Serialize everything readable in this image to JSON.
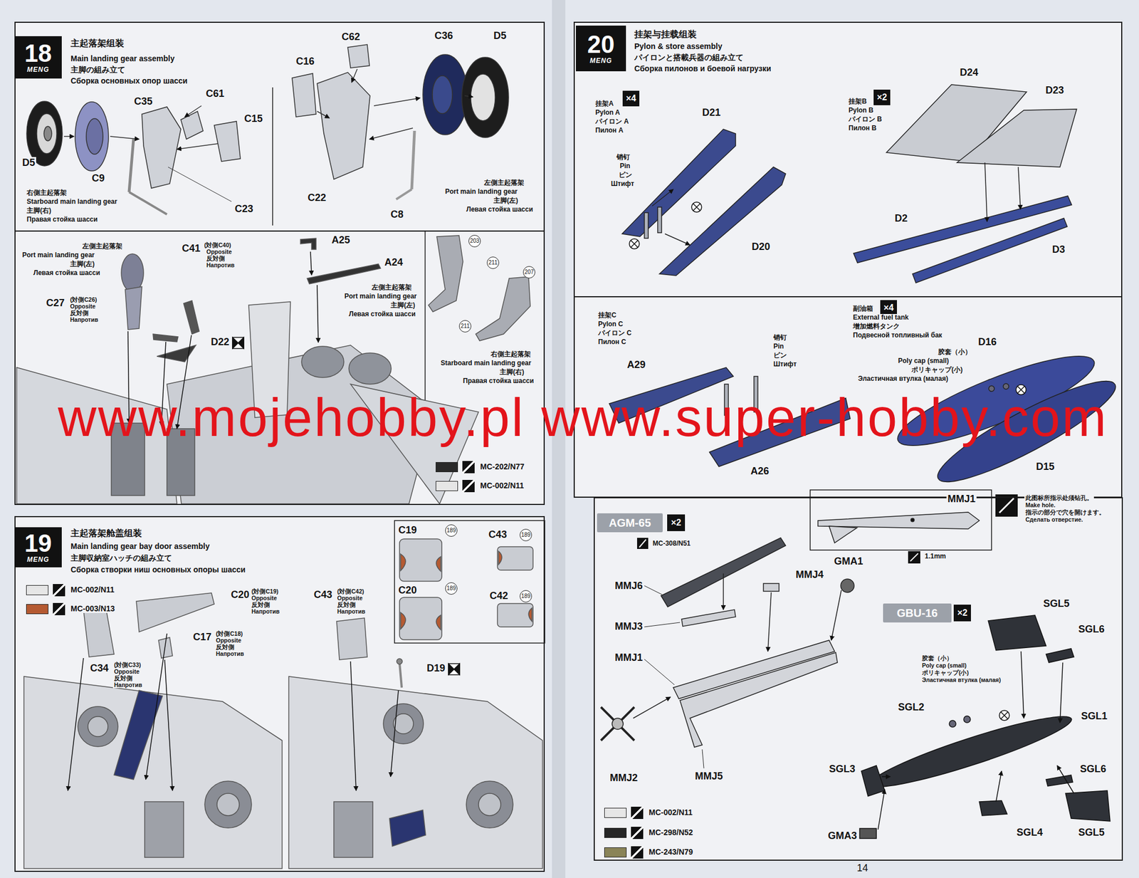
{
  "diagram": {
    "nodes": [
      {
        "text": [
          "主起落架组装",
          "Main landing gear assembly",
          "主脚の組み立て",
          "Сборка основных опор шасси"
        ]
      },
      {
        "text": [
          "18",
          "MENG"
        ],
        "in": 0
      },
      {
        "text": [
          "主起落架舱盖组装",
          "Main landing gear bay door assembly",
          "主脚収納室ハッチの組み立て",
          "Сборка створки ниш основных опоры шасси"
        ]
      },
      {
        "text": [
          "19",
          "MENG"
        ],
        "in": 2
      },
      {
        "text": [
          "挂架与挂载组装",
          "Pylon & store assembly",
          "パイロンと搭載兵器の組み立て",
          "Сборка пилонов и боевой нагрузки"
        ]
      },
      {
        "text": [
          "20",
          "MENG"
        ],
        "in": 4
      },
      {
        "text": [
          "×4"
        ],
        "in": 4
      },
      {
        "text": [
          "×2"
        ],
        "in": 4
      },
      {
        "text": [
          "×4"
        ],
        "in": 4
      },
      {
        "text": [
          "AGM-65"
        ]
      },
      {
        "text": [
          "×2"
        ]
      },
      {
        "text": [
          "GBU-16"
        ]
      },
      {
        "text": [
          "×2"
        ]
      }
    ],
    "labels": [
      "C35",
      "C61",
      "C15",
      "D5",
      "C9",
      "右側主起落架",
      "Starboard main landing gear",
      "主脚(右)",
      "Правая стойка шасси",
      "C23",
      "C16",
      "C62",
      "C36",
      "D5",
      "C22",
      "C8",
      "左側主起落架",
      "Port main landing gear",
      "主脚(左)",
      "Левая стойка шасси",
      "左側主起落架",
      "Port main landing gear",
      "主脚(左)",
      "Левая стойка шасси",
      "C41",
      "(対側C40)",
      "Opposite",
      "反対側",
      "Напротив",
      "C27",
      "(対側C26)",
      "Opposite",
      "反対側",
      "Напротив",
      "D22",
      "A25",
      "A24",
      "左側主起落架",
      "Port main landing gear",
      "主脚(左)",
      "Левая стойка шасси",
      "203",
      "211",
      "207",
      "211",
      "右側主起落架",
      "Starboard main landing gear",
      "主脚(右)",
      "Правая стойка шасси",
      "C20",
      "(対側C19)",
      "Opposite",
      "反対側",
      "Напротив",
      "C17",
      "(対側C18)",
      "Opposite",
      "反対側",
      "Напротив",
      "C34",
      "(対側C33)",
      "Opposite",
      "反対側",
      "Напротив",
      "C43",
      "(対側C42)",
      "Opposite",
      "反対側",
      "Напротив",
      "D19",
      "C19",
      "189",
      "C43",
      "189",
      "C20",
      "189",
      "C42",
      "189",
      "挂架A",
      "Pylon A",
      "パイロン A",
      "Пилон A",
      "D21",
      "销钉",
      "Pin",
      "ピン",
      "Штифт",
      "D20",
      "挂架B",
      "Pylon B",
      "パイロン B",
      "Пилон B",
      "D24",
      "D23",
      "D2",
      "D3",
      "挂架C",
      "Pylon C",
      "パイロン C",
      "Пилон C",
      "A29",
      "销钉",
      "Pin",
      "ピン",
      "Штифт",
      "A26",
      "副油箱",
      "External fuel tank",
      "增加燃料タンク",
      "Подвесной топливный бак",
      "D16",
      "胶套（小）",
      "Poly cap (small)",
      "ポリキャップ(小)",
      "Эластичная втулка (малая)",
      "D15",
      "MC-308/N51",
      "MMJ6",
      "MMJ4",
      "GMA1",
      "MMJ3",
      "MMJ1",
      "MMJ2",
      "MMJ5",
      "MMJ1",
      "1.1mm",
      "此图标所指示处须钻孔。",
      "Make hole.",
      "指示の部分で穴を開けます。",
      "Сделать отверстие.",
      "SGL5",
      "SGL6",
      "胶套（小）",
      "Poly cap (small)",
      "ポリキャップ(小)",
      "Эластичная втулка (малая)",
      "SGL2",
      "SGL1",
      "SGL3",
      "SGL6",
      "GMA3",
      "SGL4",
      "SGL5",
      "14",
      "www.mojehobby.pl www.super-hobby.com"
    ],
    "legend": [
      {
        "text": "MC-202/N77",
        "color": "#2a2a2a"
      },
      {
        "text": "MC-002/N11",
        "color": "#e6e6e6"
      },
      {
        "text": "MC-002/N11",
        "color": "#e6e6e6"
      },
      {
        "text": "MC-003/N13",
        "color": "#b55a32"
      },
      {
        "text": "MC-002/N11",
        "color": "#e6e6e6"
      },
      {
        "text": "MC-298/N52",
        "color": "#262626"
      },
      {
        "text": "MC-243/N79",
        "color": "#8a8458"
      }
    ]
  }
}
